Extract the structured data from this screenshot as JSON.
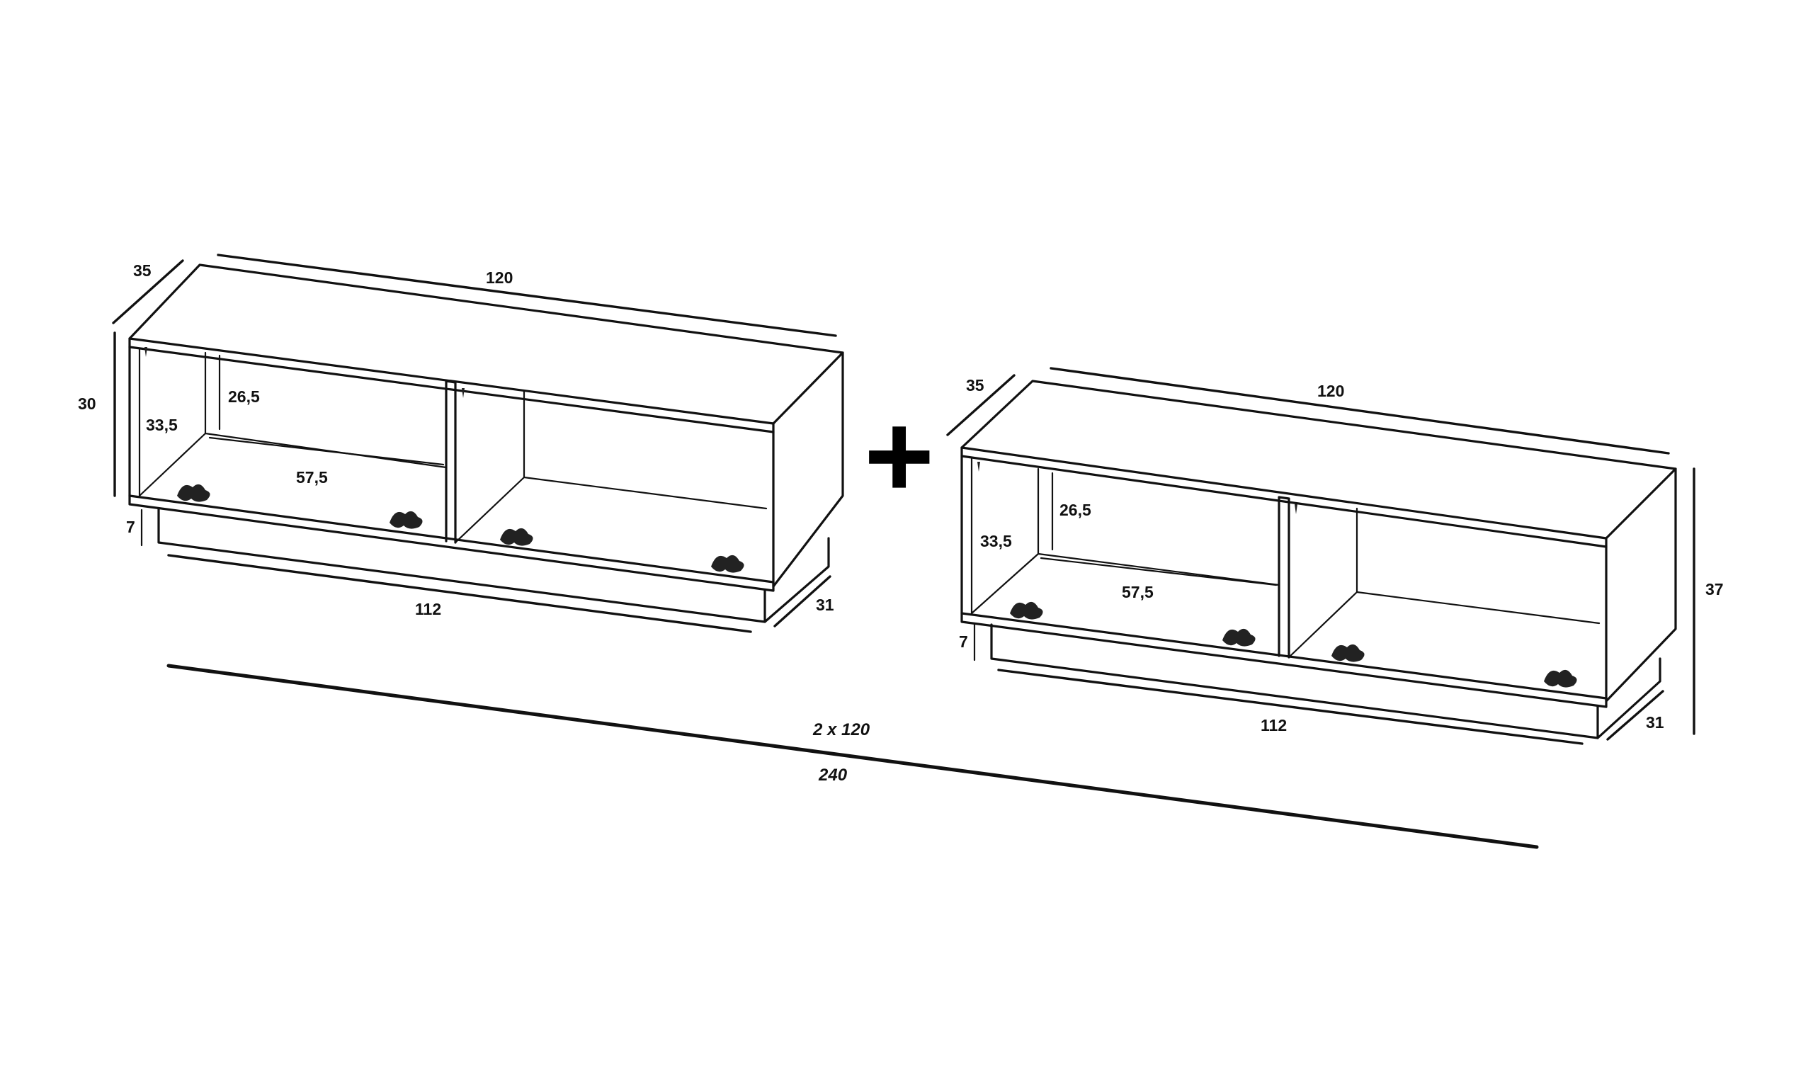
{
  "cabinet_left": {
    "depth_label": "35",
    "width_label": "120",
    "height_label": "30",
    "inner_height_label": "26,5",
    "inner_depth_label": "33,5",
    "inner_width_label": "57,5",
    "plinth_height_label": "7",
    "plinth_width_label": "112",
    "plinth_depth_label": "31"
  },
  "cabinet_right": {
    "depth_label": "35",
    "width_label": "120",
    "total_height_label": "37",
    "inner_height_label": "26,5",
    "inner_depth_label": "33,5",
    "inner_width_label": "57,5",
    "plinth_height_label": "7",
    "plinth_width_label": "112",
    "plinth_depth_label": "31"
  },
  "combine_symbol": "+",
  "total": {
    "multiplier_label": "2 x 120",
    "total_label": "240"
  }
}
